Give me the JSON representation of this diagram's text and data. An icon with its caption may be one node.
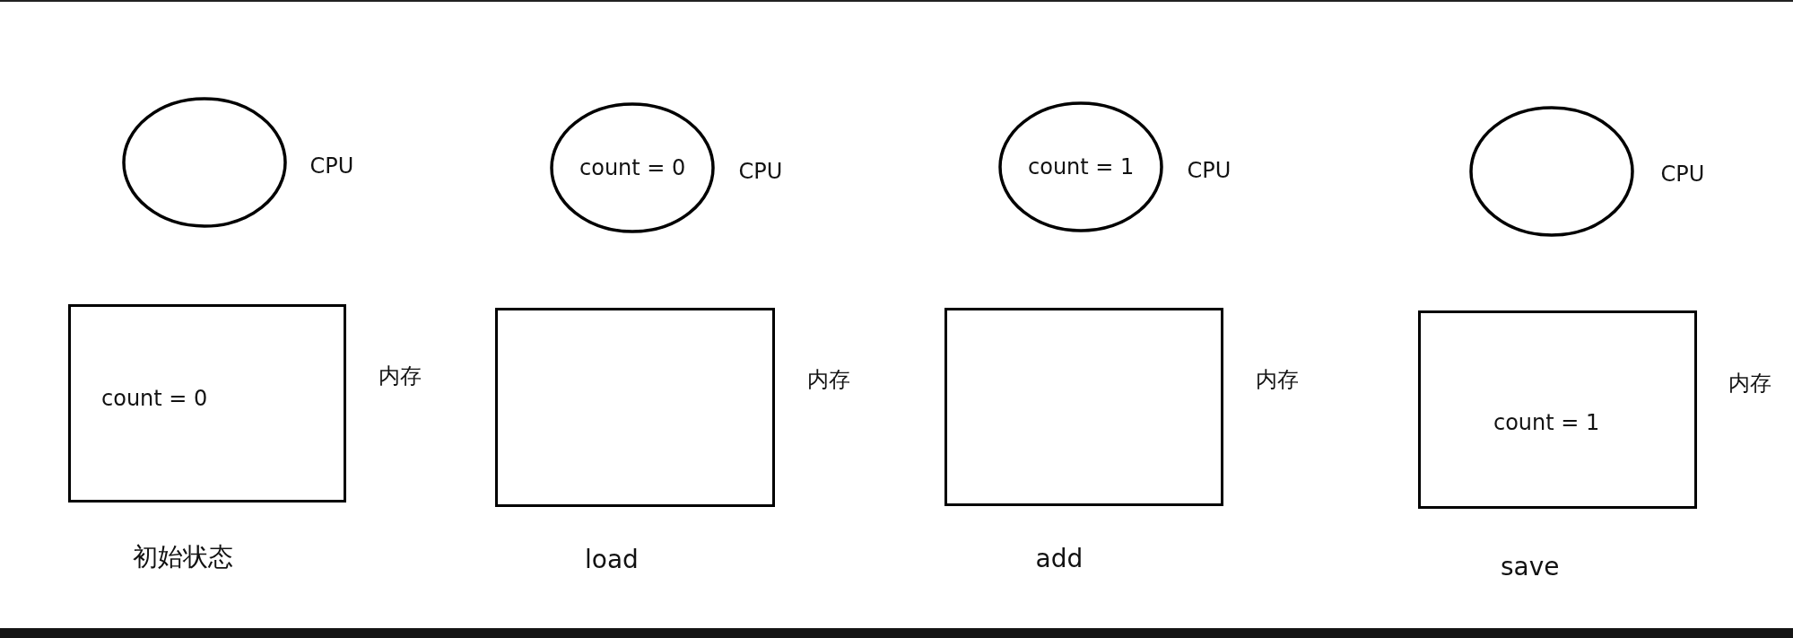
{
  "diagram": {
    "nodes": [
      {
        "text": [],
        "shape": "circle",
        "beside": [
          "CPU"
        ]
      },
      {
        "text": [
          "count = 0"
        ],
        "beside": [
          "内存",
          "初始状态"
        ]
      },
      {
        "text": [
          "count = 0"
        ],
        "beside": [
          "CPU"
        ]
      },
      {
        "text": [],
        "shape": "box",
        "beside": [
          "内存",
          "load"
        ]
      },
      {
        "text": [
          "count = 1"
        ],
        "beside": [
          "CPU"
        ]
      },
      {
        "text": [],
        "shape": "box",
        "beside": [
          "内存",
          "add"
        ]
      },
      {
        "text": [],
        "shape": "circle",
        "beside": [
          "CPU"
        ]
      },
      {
        "text": [
          "count = 1"
        ],
        "beside": [
          "内存",
          "save"
        ]
      }
    ]
  }
}
